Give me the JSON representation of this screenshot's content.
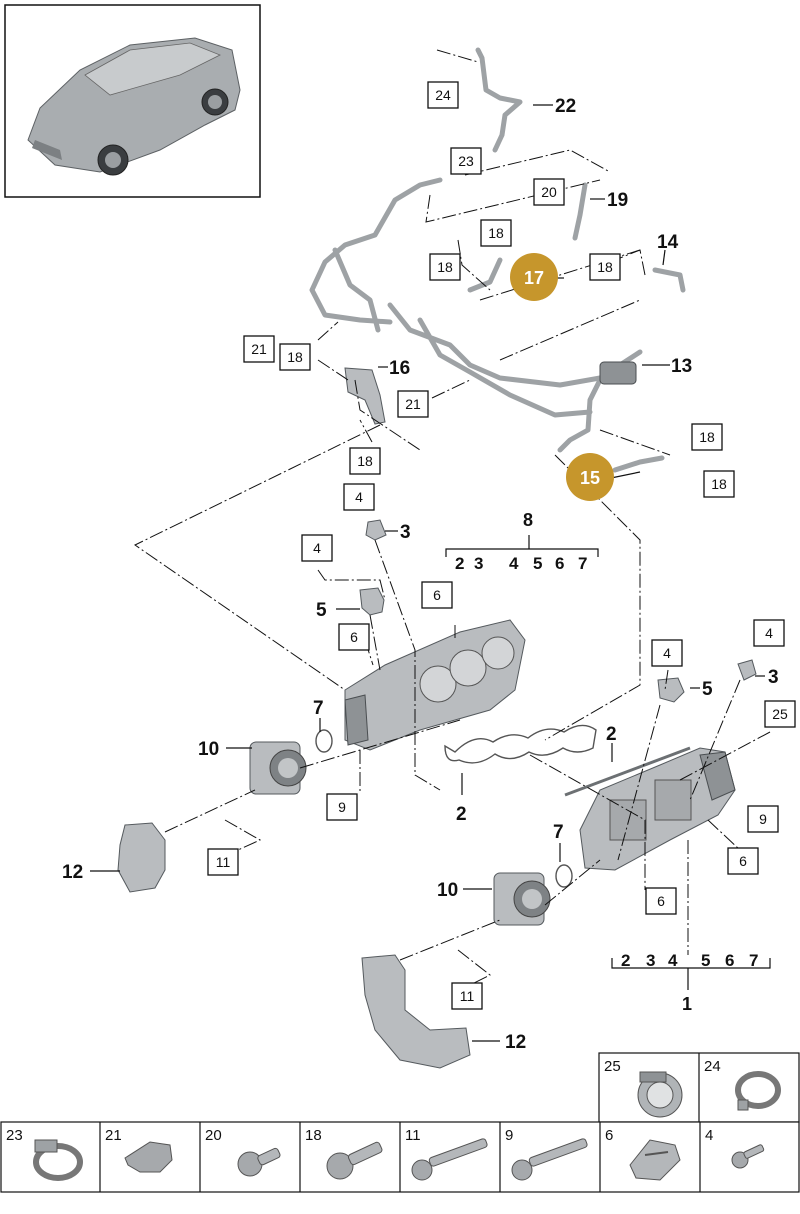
{
  "bold_labels": [
    "22",
    "19",
    "14",
    "16",
    "13",
    "3",
    "8",
    "5",
    "7",
    "10",
    "12",
    "2",
    "3",
    "5",
    "2",
    "7",
    "10",
    "12",
    "1"
  ],
  "boxed_labels": [
    "24",
    "23",
    "20",
    "18",
    "18",
    "18",
    "21",
    "18",
    "21",
    "18",
    "18",
    "18",
    "4",
    "4",
    "6",
    "6",
    "4",
    "4",
    "25",
    "9",
    "11",
    "9",
    "6",
    "6",
    "11"
  ],
  "badges": [
    "17",
    "15"
  ],
  "group_upper": {
    "label": "8",
    "members": [
      "2",
      "3",
      "4",
      "5",
      "6",
      "7"
    ]
  },
  "group_lower": {
    "label": "1",
    "members": [
      "2",
      "3",
      "4",
      "5",
      "6",
      "7"
    ]
  },
  "legend": [
    {
      "num": "25",
      "icon": "hose-clamp-icon"
    },
    {
      "num": "24",
      "icon": "spring-clamp-icon"
    },
    {
      "num": "23",
      "icon": "clip-clamp-icon"
    },
    {
      "num": "21",
      "icon": "holder-bracket-icon"
    },
    {
      "num": "20",
      "icon": "screw-icon"
    },
    {
      "num": "18",
      "icon": "bolt-icon"
    },
    {
      "num": "11",
      "icon": "long-bolt-icon"
    },
    {
      "num": "9",
      "icon": "long-bolt-icon"
    },
    {
      "num": "6",
      "icon": "clip-icon"
    },
    {
      "num": "4",
      "icon": "small-screw-icon"
    }
  ]
}
